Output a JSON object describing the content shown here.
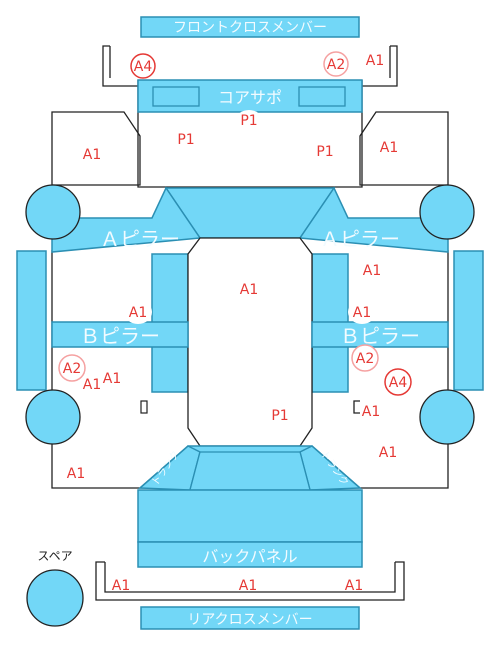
{
  "labels": {
    "front_cross_member": "フロントクロスメンバー",
    "core_support": "コアサポ",
    "a_pillar_left": "Ａピラー",
    "a_pillar_right": "Ａピラー",
    "b_pillar_left": "Ｂピラー",
    "b_pillar_right": "Ｂピラー",
    "back_panel": "バックパネル",
    "rear_cross_member": "リアクロスメンバー",
    "spare": "スペア",
    "trunk_left": "トランク",
    "trunk_right": "トランク"
  },
  "colors": {
    "panel_fill": "#72d7f7",
    "panel_stroke": "#2b8fb3",
    "mark_red": "#e53935"
  },
  "marks": {
    "m1": "A4",
    "m2": "A2",
    "m3": "A1",
    "m4": "P1",
    "m5": "A1",
    "m6": "P1",
    "m7": "P1",
    "m8": "A1",
    "m9": "A1",
    "m10": "A1",
    "m11": "A1",
    "m12": "A1",
    "m13": "A1",
    "m14": "A1",
    "m15": "A2",
    "m16": "A2",
    "m17": "A1",
    "m18": "A1",
    "m19": "A4",
    "m20": "A1",
    "m21": "A1",
    "m22": "P1",
    "m23": "A1",
    "m24": "A1",
    "m25": "A1",
    "m26": "A1"
  }
}
